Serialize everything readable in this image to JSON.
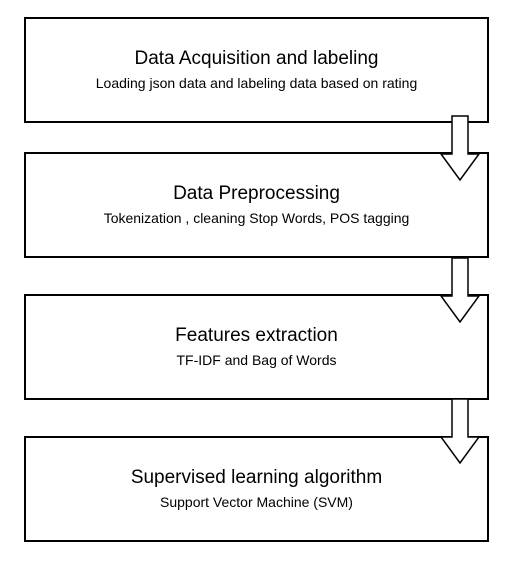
{
  "flowchart": {
    "steps": [
      {
        "title": "Data Acquisition and labeling",
        "subtitle": "Loading json data and labeling data based on rating"
      },
      {
        "title": "Data Preprocessing",
        "subtitle": "Tokenization , cleaning Stop Words, POS tagging"
      },
      {
        "title": "Features extraction",
        "subtitle": "TF-IDF and Bag of Words"
      },
      {
        "title": "Supervised learning algorithm",
        "subtitle": "Support Vector Machine (SVM)"
      }
    ],
    "arrow_icon": "down-arrow-icon",
    "colors": {
      "border": "#000000",
      "background": "#ffffff",
      "text": "#000000"
    }
  }
}
